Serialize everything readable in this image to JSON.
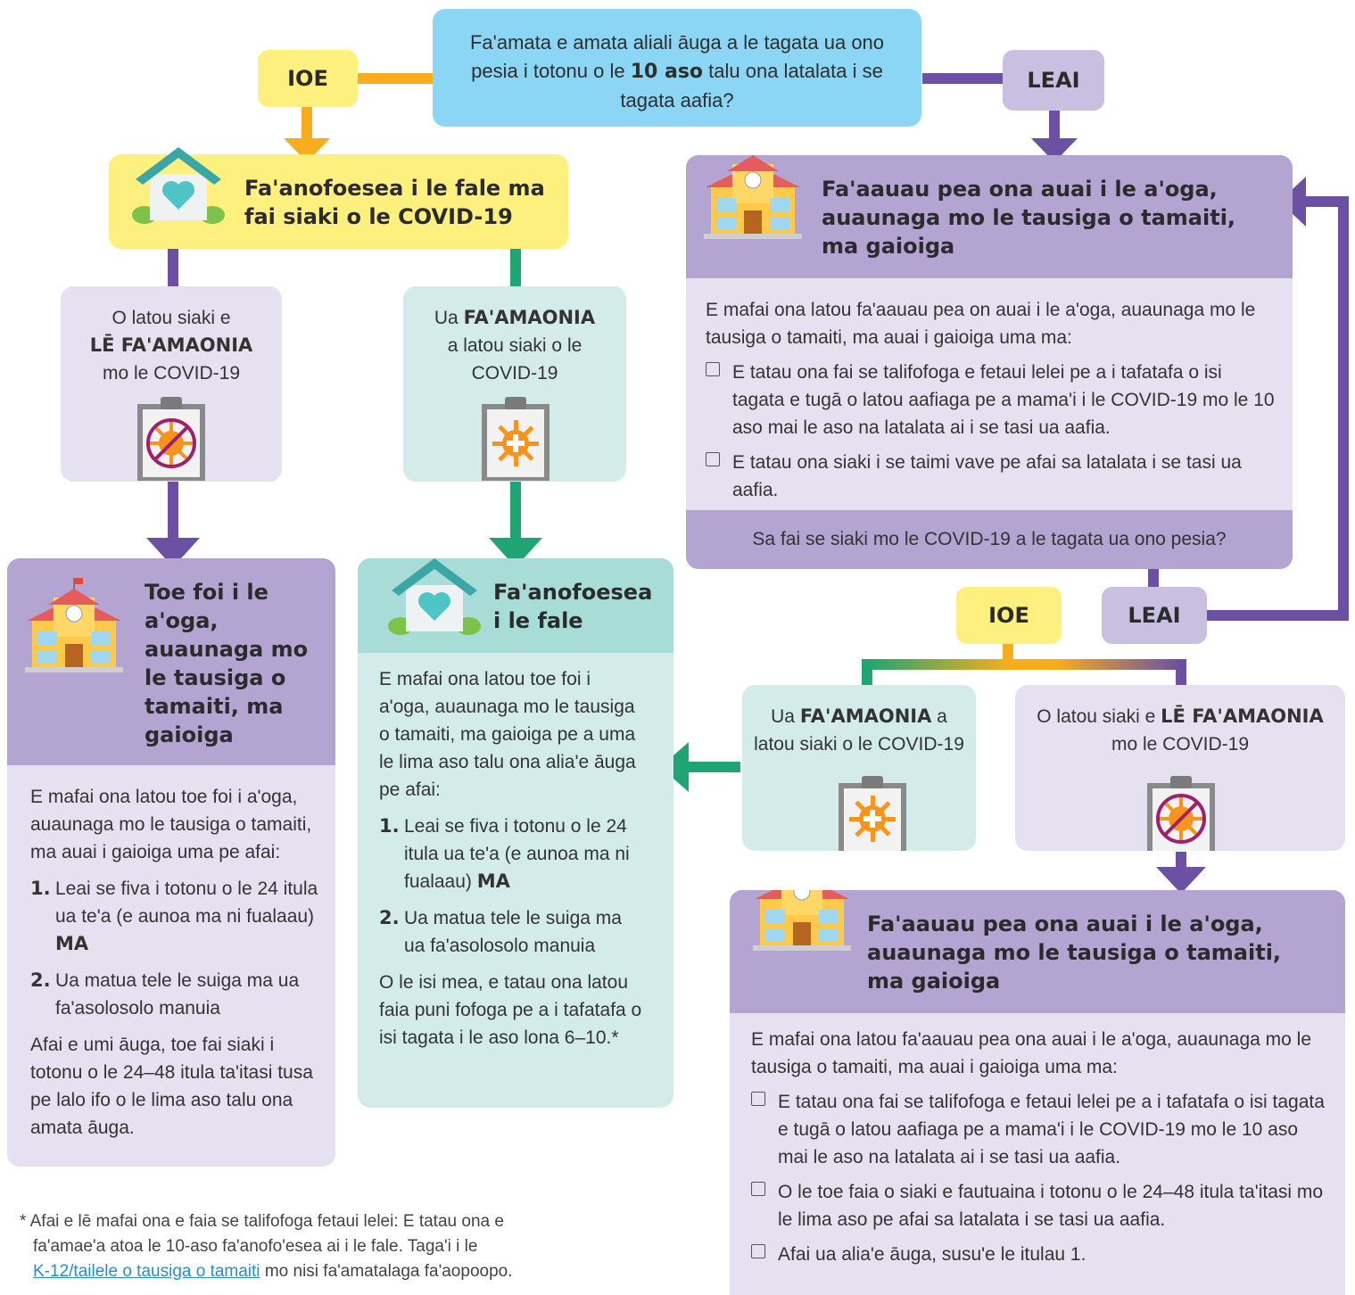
{
  "colors": {
    "yellow": "#fdf07e",
    "blue": "#8bd6f4",
    "purple_dark": "#b3a4d2",
    "purple_light": "#e5e1f0",
    "teal_dark": "#a8dcd6",
    "teal_light": "#d3ecea",
    "orange": "#f7ad1c",
    "purple_line": "#6b50a4",
    "green_line": "#1fa574"
  },
  "top": {
    "question_pre": "Fa'amata e amata aliali āuga a le tagata ua ono pesia i totonu o le ",
    "question_bold": "10 aso",
    "question_post": " talu ona latalata i se tagata aafia?",
    "yes": "IOE",
    "no": "LEAI"
  },
  "home_yellow": {
    "title": "Fa'anofoesea i le fale ma fai siaki o le COVID-19"
  },
  "neg_box_left": {
    "line1": "O latou siaki e",
    "bold": "LĒ FA'AMAONIA",
    "line3": "mo le COVID-19",
    "icon": "no-virus-clipboard-icon"
  },
  "pos_box_left": {
    "pre": "Ua ",
    "bold": "FA'AMAONIA",
    "post": "a latou siaki o le COVID-19",
    "icon": "virus-clipboard-icon"
  },
  "return_box": {
    "title": "Toe foi i le a'oga, auaunaga mo le tausiga o tamaiti, ma gaioiga",
    "intro": "E mafai ona latou toe foi i a'oga, auaunaga mo le tausiga o tamaiti, ma auai i gaioiga uma pe afai:",
    "items": [
      {
        "num": "1.",
        "text": "Leai se fiva i totonu o le 24 itula ua te'a (e aunoa ma ni fualaau) ",
        "bold": "MA"
      },
      {
        "num": "2.",
        "text": "Ua matua tele le suiga ma ua fa'asolosolo manuia",
        "bold": ""
      }
    ],
    "outro": "Afai e umi āuga, toe fai siaki i totonu o le 24–48 itula ta'itasi tusa pe lalo ifo o le lima aso talu ona amata āuga."
  },
  "isolate_box": {
    "title": "Fa'anofoesea i le fale",
    "intro": "E mafai ona latou toe foi i a'oga, auaunaga mo le tausiga o tamaiti, ma gaioiga pe a uma le lima aso talu ona alia'e āuga pe afai:",
    "items": [
      {
        "num": "1.",
        "text": "Leai se fiva i totonu o le 24 itula ua te'a (e aunoa ma ni fualaau) ",
        "bold": "MA"
      },
      {
        "num": "2.",
        "text": "Ua matua tele le suiga ma ua fa'asolosolo manuia",
        "bold": ""
      }
    ],
    "outro": "O le isi mea, e tatau ona latou faia puni fofoga pe a i tafatafa o isi tagata i le aso lona 6–10.*"
  },
  "continue_top": {
    "title": "Fa'aauau pea ona auai i le a'oga, auaunaga mo le tausiga o tamaiti, ma gaioiga",
    "intro": "E mafai ona latou fa'aauau pea on auai i le a'oga, auaunaga mo le tausiga o tamaiti, ma auai i gaioiga uma ma:",
    "items": [
      "E tatau ona fai se talifofoga e fetaui lelei pe a i tafatafa o isi tagata e tugā o latou aafiaga pe a mama'i i le COVID-19 mo le 10 aso mai le aso na latalata ai i se tasi ua aafia.",
      "E tatau ona siaki i se taimi vave pe afai sa latalata i se tasi ua aafia."
    ],
    "question": "Sa fai se siaki mo le COVID-19 a le tagata ua ono pesia?",
    "yes": "IOE",
    "no": "LEAI"
  },
  "pos_box_right": {
    "pre": "Ua ",
    "bold": "FA'AMAONIA",
    "post1": " a",
    "post2": "latou siaki o le COVID-19",
    "icon": "virus-clipboard-icon"
  },
  "neg_box_right": {
    "pre": "O latou siaki e ",
    "bold": "LĒ FA'AMAONIA",
    "post": "mo le COVID-19",
    "icon": "no-virus-clipboard-icon"
  },
  "continue_bottom": {
    "title": "Fa'aauau pea ona auai i le a'oga, auaunaga mo le tausiga o tamaiti, ma gaioiga",
    "intro": "E mafai ona latou fa'aauau pea ona auai i le a'oga, auaunaga mo le tausiga o tamaiti, ma auai i gaioiga uma ma:",
    "items": [
      "E tatau ona fai se talifofoga e fetaui lelei pe a i tafatafa o isi tagata e tugā o latou aafiaga pe a mama'i i le COVID-19 mo le 10 aso mai le aso na latalata ai i se tasi ua aafia.",
      "O le toe faia o siaki e fautuaina i totonu o le 24–48 itula ta'itasi mo le lima aso pe afai sa latalata i se tasi ua aafia.",
      "Afai ua alia'e āuga, susu'e le itulau 1."
    ]
  },
  "footnote": {
    "line1": "* Afai e lē mafai ona e faia se talifofoga fetaui lelei: E tatau ona e",
    "line2": "fa'amae'a atoa le 10-aso fa'anofo'esea ai i le fale. Taga'i i le",
    "link": "K-12/tailele o tausiga o tamaiti",
    "line3_post": " mo nisi fa'amatalaga fa'aopoopo."
  }
}
